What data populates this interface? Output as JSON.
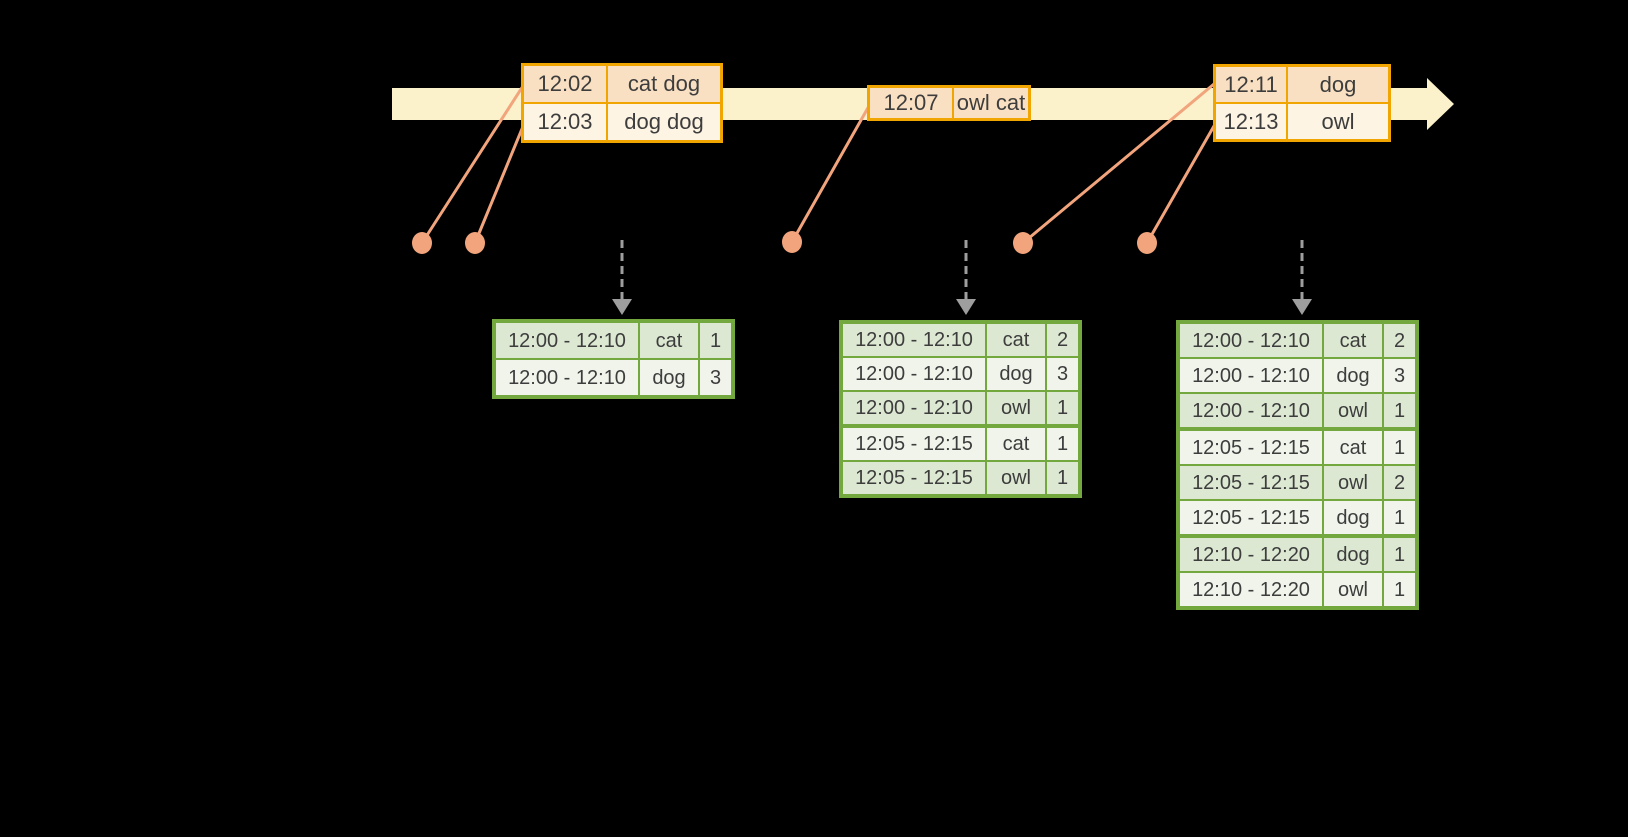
{
  "colors": {
    "background": "#000000",
    "timeline_band": "#FBF1CB",
    "stream_border": "#F0A500",
    "stream_cell_peach": "#FAE0C2",
    "stream_cell_cream": "#FDF4E4",
    "connector": "#F2A47C",
    "trigger_arrow": "#9E9E9E",
    "result_border": "#72A83E",
    "result_cell_dark": "#DCE8D2",
    "result_cell_light": "#F0F4EB",
    "text": "#3D3D3D"
  },
  "stream_tables": [
    {
      "rows": [
        {
          "time": "12:02",
          "words": "cat dog"
        },
        {
          "time": "12:03",
          "words": "dog dog"
        }
      ]
    },
    {
      "rows": [
        {
          "time": "12:07",
          "words": "owl cat"
        }
      ]
    },
    {
      "rows": [
        {
          "time": "12:11",
          "words": "dog"
        },
        {
          "time": "12:13",
          "words": "owl"
        }
      ]
    }
  ],
  "result_tables": [
    {
      "rows": [
        {
          "window": "12:00 - 12:10",
          "word": "cat",
          "count": "1"
        },
        {
          "window": "12:00 - 12:10",
          "word": "dog",
          "count": "3"
        }
      ]
    },
    {
      "rows": [
        {
          "window": "12:00 - 12:10",
          "word": "cat",
          "count": "2"
        },
        {
          "window": "12:00 - 12:10",
          "word": "dog",
          "count": "3"
        },
        {
          "window": "12:00 - 12:10",
          "word": "owl",
          "count": "1"
        },
        {
          "window": "12:05 - 12:15",
          "word": "cat",
          "count": "1"
        },
        {
          "window": "12:05 - 12:15",
          "word": "owl",
          "count": "1"
        }
      ]
    },
    {
      "rows": [
        {
          "window": "12:00 - 12:10",
          "word": "cat",
          "count": "2"
        },
        {
          "window": "12:00 - 12:10",
          "word": "dog",
          "count": "3"
        },
        {
          "window": "12:00 - 12:10",
          "word": "owl",
          "count": "1"
        },
        {
          "window": "12:05 - 12:15",
          "word": "cat",
          "count": "1"
        },
        {
          "window": "12:05 - 12:15",
          "word": "owl",
          "count": "2"
        },
        {
          "window": "12:05 - 12:15",
          "word": "dog",
          "count": "1"
        },
        {
          "window": "12:10 - 12:20",
          "word": "dog",
          "count": "1"
        },
        {
          "window": "12:10 - 12:20",
          "word": "owl",
          "count": "1"
        }
      ]
    }
  ]
}
